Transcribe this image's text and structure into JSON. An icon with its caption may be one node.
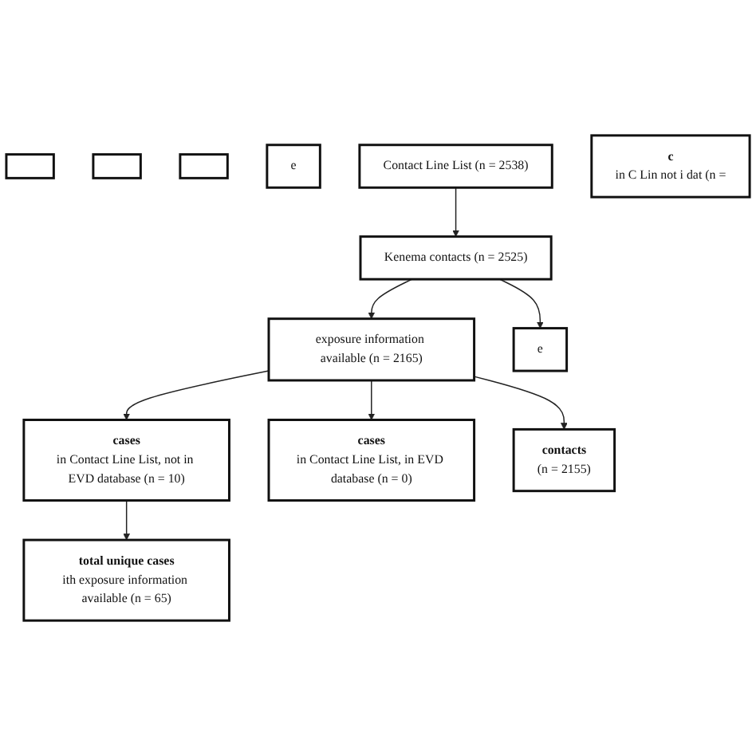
{
  "diagram": {
    "nodes": [
      {
        "text": [],
        "shape": "box"
      },
      {
        "text": [],
        "shape": "box"
      },
      {
        "text": [],
        "shape": "box"
      },
      {
        "text": [
          "e"
        ]
      },
      {
        "text": [
          "Contact Line List (n = 2538)"
        ]
      },
      {
        "text": [
          "Kenema contacts (n = 2525)"
        ]
      },
      {
        "text": [
          "exposure information available (n = 2165)"
        ]
      },
      {
        "text": [
          "e"
        ]
      },
      {
        "text": [
          "cases",
          "in Contact Line List, not in EVD database (n = 10)"
        ]
      },
      {
        "text": [
          "cases",
          "in Contact Line List, in EVD database (n = 0)"
        ]
      },
      {
        "text": [
          "contacts",
          "(n = 2155)"
        ]
      },
      {
        "text": [
          "c",
          "in C Lin not i dat (n ="
        ]
      },
      {
        "text": [
          "total unique cases",
          "ith exposure information available (n = 65)"
        ]
      }
    ],
    "edges": [
      {
        "from": 4,
        "to": 5,
        "arrow": "to"
      },
      {
        "from": 5,
        "to": 6,
        "arrow": "to"
      },
      {
        "from": 5,
        "to": 7,
        "arrow": "to"
      },
      {
        "from": 6,
        "to": 8,
        "arrow": "to"
      },
      {
        "from": 6,
        "to": 9,
        "arrow": "to"
      },
      {
        "from": 6,
        "to": 10,
        "arrow": "to"
      },
      {
        "from": 8,
        "to": 12,
        "arrow": "to"
      }
    ]
  }
}
